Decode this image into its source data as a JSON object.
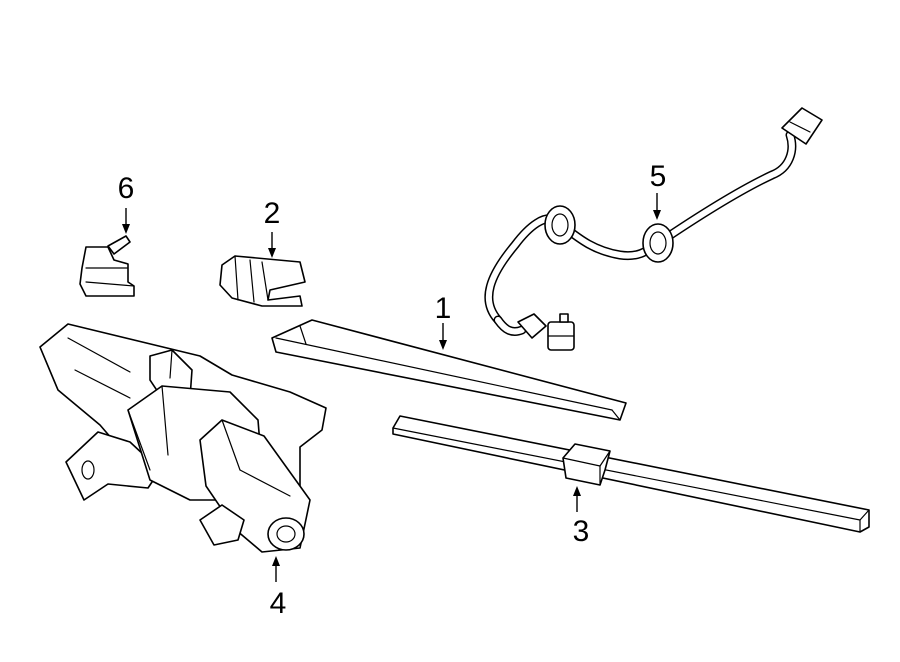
{
  "diagram": {
    "callouts": [
      {
        "id": "1",
        "text": "1"
      },
      {
        "id": "2",
        "text": "2"
      },
      {
        "id": "3",
        "text": "3"
      },
      {
        "id": "4",
        "text": "4"
      },
      {
        "id": "5",
        "text": "5"
      },
      {
        "id": "6",
        "text": "6"
      }
    ]
  }
}
